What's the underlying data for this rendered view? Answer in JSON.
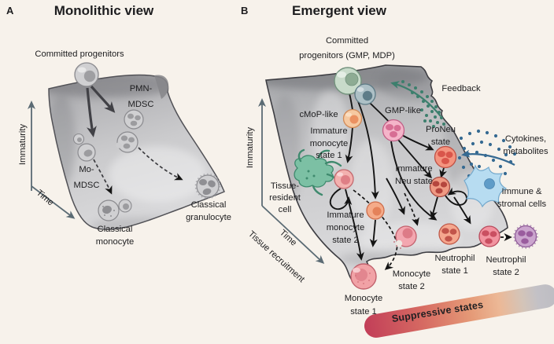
{
  "panel_a": {
    "letter": "A",
    "title": "Monolithic view",
    "labels": {
      "committed_progenitors": "Committed progenitors",
      "pmn_mdsc": [
        "PMN-",
        "MDSC"
      ],
      "mo_mdsc": [
        "Mo-",
        "MDSC"
      ],
      "classical_monocyte": [
        "Classical",
        "monocyte"
      ],
      "classical_granulocyte": [
        "Classical",
        "granulocyte"
      ]
    },
    "axes": {
      "y": "Immaturity",
      "x": "Time"
    }
  },
  "panel_b": {
    "letter": "B",
    "title": "Emergent view",
    "labels": {
      "committed_progenitors": [
        "Committed",
        "progenitors (GMP, MDP)"
      ],
      "cmop_like": "cMoP-like",
      "gmp_like": "GMP-like",
      "feedback": "Feedback",
      "proneu_state": [
        "ProNeu",
        "state"
      ],
      "cytokines_metabolites": [
        "Cytokines,",
        "metabolites"
      ],
      "immature_monocyte_state_1": [
        "Immature",
        "monocyte",
        "state 1"
      ],
      "tissue_resident_cell": [
        "Tissue-",
        "resident",
        "cell"
      ],
      "immature_neu_state": [
        "Immature",
        "Neu state"
      ],
      "immature_monocyte_state_2": [
        "Immature",
        "monocyte",
        "state 2"
      ],
      "monocyte_state_1": [
        "Monocyte",
        "state 1"
      ],
      "monocyte_state_2": [
        "Monocyte",
        "state 2"
      ],
      "neutrophil_state_1": [
        "Neutrophil",
        "state 1"
      ],
      "neutrophil_state_2": [
        "Neutrophil",
        "state 2"
      ],
      "immune_stromal_cells": [
        "Immune &",
        "stromal cells"
      ],
      "suppressive_states": "Suppressive states"
    },
    "axes": {
      "y": "Immaturity",
      "x": "Time",
      "x2": "Tissue recruitment"
    }
  },
  "palette": {
    "bg": "#f7f2eb",
    "ink": "#1d1d1f",
    "axis": "#5b6b74",
    "arrow": "#141414",
    "arrow_thick": "#414146",
    "gray_cell": "#d0d0d2",
    "gray_stroke": "#8a8a8e",
    "gray_nucleus": "#9c9c9f",
    "green_cell": "#c8dbca",
    "green_stroke": "#74937e",
    "green_nucleus": "#8dab93",
    "slate_cell": "#adc0c6",
    "slate_stroke": "#5d7a85",
    "slate_nucleus": "#5e7c88",
    "orange_cell": "#f6c9a1",
    "orange_stroke": "#d18a57",
    "orange_nucleus": "#eb9161",
    "pink_cell": "#f4b4c9",
    "pink_stroke": "#c05f86",
    "pink_lobe": "#d76e94",
    "salmon_cell": "#f4947f",
    "salmon_stroke": "#bf5044",
    "salmon_lobe": "#d9564b",
    "immneu_cell": "#ef9a83",
    "immneu_stroke": "#a84a42",
    "immneu_lobe": "#b5463e",
    "immono1_cell": "#f3b1af",
    "immono1_stroke": "#c4686e",
    "immono1_nucleus": "#df7f86",
    "immono2_cell": "#f5ab89",
    "immono2_stroke": "#cd6d4b",
    "immono2_nucleus": "#e4825a",
    "mono1_cell": "#f1a2a6",
    "mono1_stroke": "#c0616c",
    "mono1_nucleus": "#e2868f",
    "mono2_cell": "#f3a7b0",
    "mono2_stroke": "#c2606c",
    "mono2_nucleus": "#dd7b87",
    "neu1_cell": "#f5a78e",
    "neu1_stroke": "#bf5848",
    "neu1_lobe": "#c2544a",
    "neu2_cell": "#f294a0",
    "neu2_stroke": "#b94a5c",
    "neu2_lobe": "#ca4f61",
    "purple_cell": "#cba5ce",
    "purple_stroke": "#8f5c98",
    "purple_lobe": "#9a5c9e",
    "teal_cell": "#7cc0a4",
    "teal_stroke": "#3f8a6e",
    "stellate_cell": "#b7dcf1",
    "stellate_stroke": "#74a9cd",
    "stellate_nucleus": "#5f9cc8",
    "feedback_green": "#3c7f6d",
    "cytokine_blue": "#366a92",
    "banner_red": "#c23e58",
    "banner_orange": "#e59a77",
    "banner_gray": "#bdbdc3"
  }
}
